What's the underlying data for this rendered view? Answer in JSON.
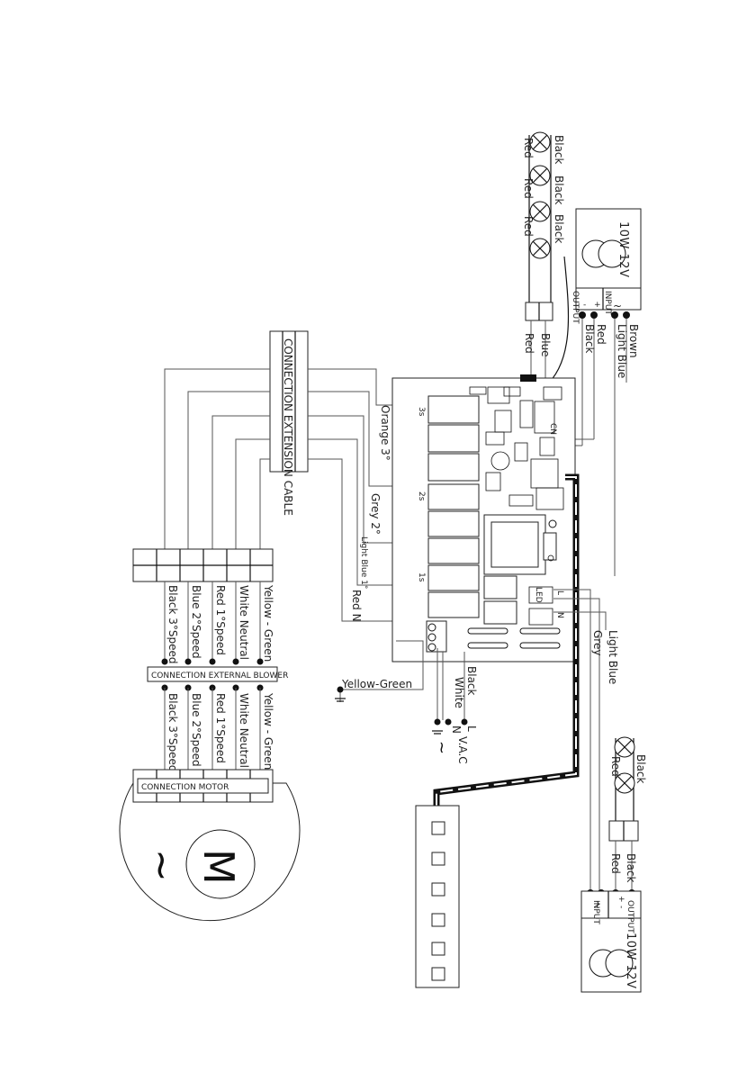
{
  "lamps_top": {
    "wire_labels": [
      "Black",
      "Black",
      "Black",
      "Red",
      "Red",
      "Red"
    ],
    "leads": [
      "Red",
      "Blue"
    ]
  },
  "transformer_top": {
    "rating": "10W  12V",
    "output_label": "OUTPUT",
    "input_label": "INPUT",
    "output_terms": [
      "-",
      "+"
    ],
    "output_wires": [
      "Black",
      "Red"
    ],
    "input_wires": [
      "Light Blue",
      "Brown"
    ]
  },
  "extension_cable": {
    "title": "CONNECTION EXTENSION CABLE",
    "wires": [
      "Orange  3°",
      "Grey  2°",
      "Light Blue  1°",
      "Red  N"
    ]
  },
  "external_blower": {
    "title": "CONNECTION  EXTERNAL  BLOWER",
    "upper_wires": [
      "Black  3°Speed",
      "Blue  2°Speed",
      "Red  1°Speed",
      "White Neutral",
      "Yellow - Green"
    ],
    "lower_wires": [
      "Black  3°Speed",
      "Blue  2°Speed",
      "Red  1°Speed",
      "White  Neutral",
      "Yellow - Green"
    ]
  },
  "motor": {
    "title": "CONNECTION  MOTOR",
    "symbol": "M",
    "ac_symbol": "~"
  },
  "ground_wire": "Yellow-Green",
  "mains": {
    "wires": [
      "Black",
      "White"
    ],
    "terminals": [
      "L",
      "N"
    ],
    "voltage": "V.A.C"
  },
  "board": {
    "relays": [
      "3s",
      "2s",
      "1s"
    ],
    "pcb_text": [
      "LED",
      "L",
      "N",
      "CN"
    ]
  },
  "lower_wires": [
    "Grey",
    "Light  Blue"
  ],
  "lamps_bottom": {
    "wire_labels": [
      "Black",
      "Red"
    ],
    "leads": [
      "Red",
      "Black"
    ]
  },
  "transformer_bottom": {
    "rating": "10W  12V",
    "output_label": "OUTPUT",
    "input_label": "INPUT",
    "output_terms": [
      "-",
      "+"
    ]
  },
  "keypad": {
    "buttons": 6
  },
  "colors": {
    "ink": "#111111",
    "wire": "#555555"
  }
}
